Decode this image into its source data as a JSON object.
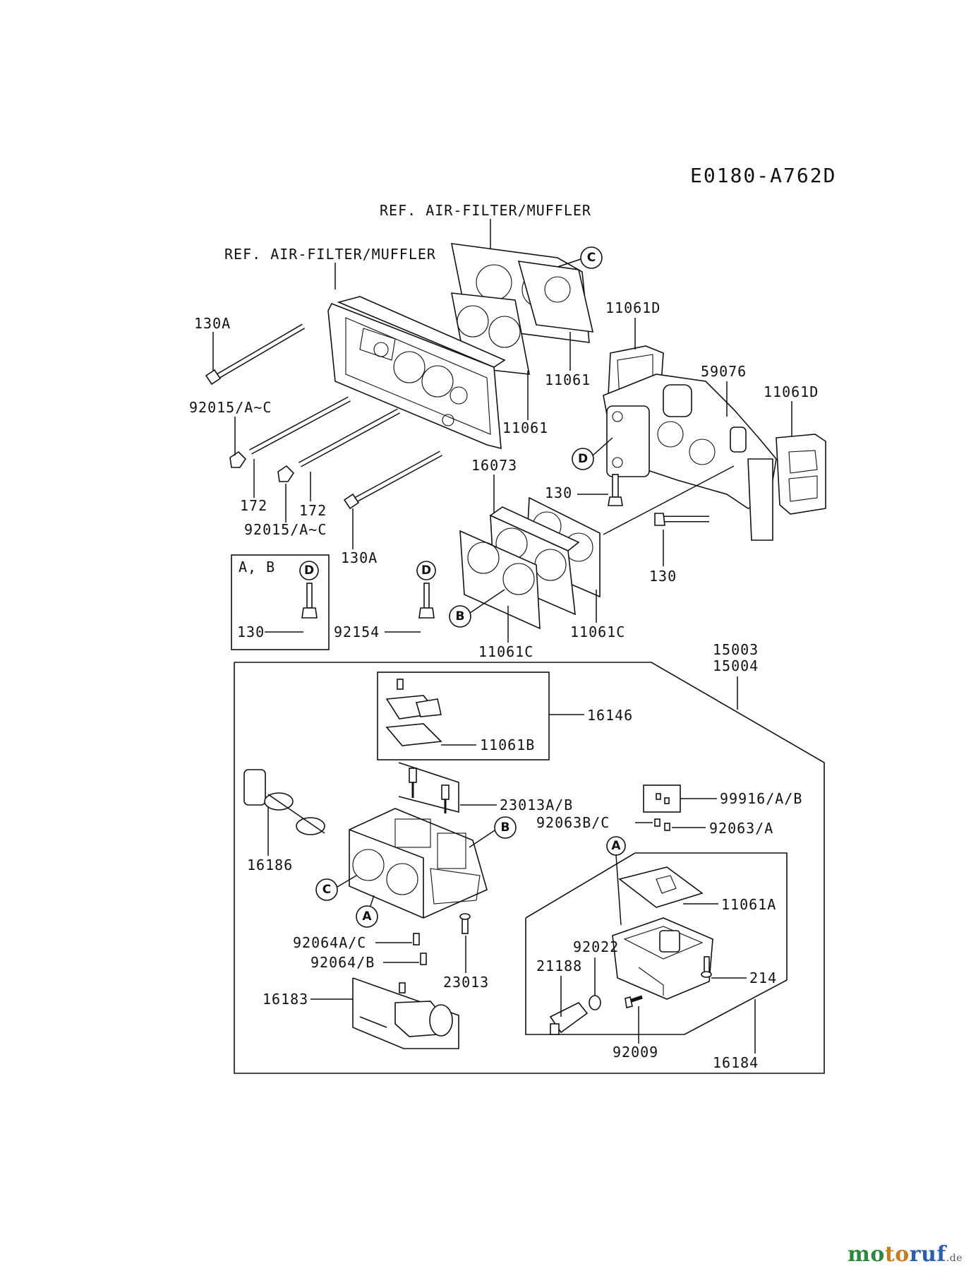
{
  "diagram_code": "E0180-A762D",
  "ref_label": "REF. AIR-FILTER/MUFFLER",
  "set_label": "A, B",
  "callouts": [
    "A",
    "B",
    "C",
    "D"
  ],
  "part_numbers": {
    "bolt_130A": "130A",
    "nut_92015": "92015/A~C",
    "stud_172": "172",
    "gasket_11061": "11061",
    "gasket_11061D": "11061D",
    "manifold_59076": "59076",
    "insulator_16073": "16073",
    "bolt_130": "130",
    "bolt_92154": "92154",
    "gasket_11061C": "11061C",
    "carb_15003": "15003",
    "carb_15004": "15004",
    "kit_16146": "16146",
    "gasket_11061B": "11061B",
    "jet_23013AB": "23013A/B",
    "choke_16186": "16186",
    "jet_99916": "99916/A/B",
    "jet_92063BC": "92063B/C",
    "jet_92063A": "92063/A",
    "gasket_11061A": "11061A",
    "screw_92064AC": "92064A/C",
    "screw_92064B": "92064/B",
    "screw_23013": "23013",
    "oring_92022": "92022",
    "solenoid_21188": "21188",
    "screw_214": "214",
    "valve_16183": "16183",
    "screw_92009": "92009",
    "float_16184": "16184"
  },
  "watermark": {
    "part1": "mo",
    "part2": "to",
    "part3": "ruf",
    "tld": ".de"
  }
}
